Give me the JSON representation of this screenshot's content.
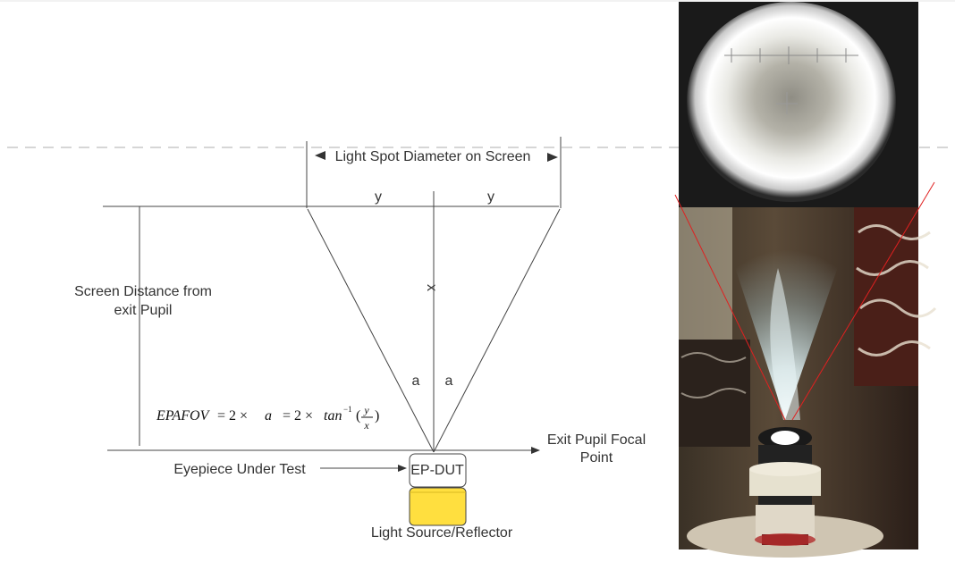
{
  "labels": {
    "spot_diameter": "Light Spot Diameter on Screen",
    "y_left": "y",
    "y_right": "y",
    "x": "x",
    "a_left": "a",
    "a_right": "a",
    "screen_distance_line1": "Screen Distance from",
    "screen_distance_line2": "exit Pupil",
    "exit_pupil_line1": "Exit Pupil Focal",
    "exit_pupil_line2": "Point",
    "eyepiece_under_test": "Eyepiece Under Test",
    "ep_dut": "EP-DUT",
    "light_source": "Light Source/Reflector"
  },
  "formula": {
    "lhs": "EPAFOV",
    "eq1": "= 2 ×",
    "a": "a",
    "eq2": "= 2 ×",
    "func": "tan",
    "exp": "−1",
    "open": "(",
    "num": "y",
    "den": "x",
    "close": ")"
  },
  "colors": {
    "reflector_fill": "#ffdf3f",
    "cone_lines": "#e02020",
    "diagram_lines": "#444444"
  },
  "photos": {
    "top": "light-spot-on-screen-photo",
    "bottom": "eyepiece-light-cone-photo"
  }
}
